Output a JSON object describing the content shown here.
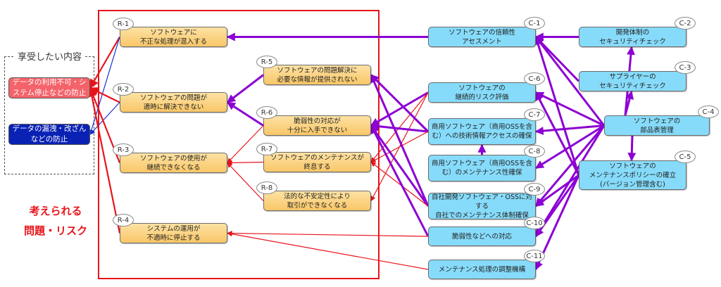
{
  "colors": {
    "risk_node_fill": "#f9c767",
    "countermeasure_node_fill": "#86dbfa",
    "red_link": "#e8141b",
    "purple_link": "#8c00d4",
    "blue_link": "#1a2fd0",
    "goal_red": "#f4636a",
    "goal_blue": "#0a22b4"
  },
  "benefits_panel": {
    "title": "享受したい内容",
    "goals": [
      {
        "id": "G-1",
        "label": "データの利用不可・システム停止などの防止"
      },
      {
        "id": "G-2",
        "label": "データの漏洩・改ざんなどの防止"
      }
    ]
  },
  "risks_caption": {
    "line1": "考えられる",
    "line2": "問題・リスク"
  },
  "risks": [
    {
      "id": "R-1",
      "label": "ソフトウェアに\n不正な処理が混入する"
    },
    {
      "id": "R-2",
      "label": "ソフトウェアの問題が\n適時に解決できない"
    },
    {
      "id": "R-3",
      "label": "ソフトウェアの使用が\n継続できなくなる"
    },
    {
      "id": "R-4",
      "label": "システムの運用が\n不適時に停止する"
    },
    {
      "id": "R-5",
      "label": "ソフトウェアの問題解決に\n必要な情報が提供されない"
    },
    {
      "id": "R-6",
      "label": "脆弱性の対応が\n十分に入手できない"
    },
    {
      "id": "R-7",
      "label": "ソフトウェアのメンテナンスが\n終息する"
    },
    {
      "id": "R-8",
      "label": "法的な不安定性により\n取引ができなくなる"
    }
  ],
  "countermeasures": [
    {
      "id": "C-1",
      "label": "ソフトウェアの信頼性\nアセスメント"
    },
    {
      "id": "C-2",
      "label": "開発体制の\nセキュリティチェック"
    },
    {
      "id": "C-3",
      "label": "サプライヤーの\nセキュリティチェック"
    },
    {
      "id": "C-4",
      "label": "ソフトウェアの\n部品表管理"
    },
    {
      "id": "C-5",
      "label": "ソフトウェアの\nメンテナンスポリシーの確立\n(バージョン管理含む)"
    },
    {
      "id": "C-6",
      "label": "ソフトウェアの\n継続的リスク評価"
    },
    {
      "id": "C-7",
      "label": "商用ソフトウェア（商用OSSを含\nむ）への技術情報アクセスの確保"
    },
    {
      "id": "C-8",
      "label": "商用ソフトウェア（商用OSSを含\nむ）のメンテナンス性確保"
    },
    {
      "id": "C-9",
      "label": "自社開発ソフトウェア・OSSに対する\n自社でのメンテナンス体制確保"
    },
    {
      "id": "C-10",
      "label": "脆弱性などへの対応"
    },
    {
      "id": "C-11",
      "label": "メンテナンス処理の調整機構"
    }
  ],
  "links": [
    {
      "from": "R-1",
      "to": "G-1",
      "color": "red"
    },
    {
      "from": "R-1",
      "to": "G-2",
      "color": "blue"
    },
    {
      "from": "R-2",
      "to": "G-1",
      "color": "red"
    },
    {
      "from": "R-2",
      "to": "G-2",
      "color": "blue"
    },
    {
      "from": "R-3",
      "to": "G-1",
      "color": "red"
    },
    {
      "from": "R-4",
      "to": "G-1",
      "color": "red"
    },
    {
      "from": "R-5",
      "to": "R-2",
      "color": "purple"
    },
    {
      "from": "R-6",
      "to": "R-2",
      "color": "purple"
    },
    {
      "from": "R-6",
      "to": "R-3",
      "color": "red"
    },
    {
      "from": "R-7",
      "to": "R-3",
      "color": "red"
    },
    {
      "from": "R-8",
      "to": "R-3",
      "color": "red"
    },
    {
      "from": "C-1",
      "to": "R-1",
      "color": "purple"
    },
    {
      "from": "C-6",
      "to": "R-6",
      "color": "purple"
    },
    {
      "from": "C-6",
      "to": "R-7",
      "color": "red"
    },
    {
      "from": "C-6",
      "to": "R-8",
      "color": "red"
    },
    {
      "from": "C-7",
      "to": "R-5",
      "color": "purple"
    },
    {
      "from": "C-7",
      "to": "R-6",
      "color": "purple"
    },
    {
      "from": "C-7",
      "to": "R-7",
      "color": "red"
    },
    {
      "from": "C-9",
      "to": "R-5",
      "color": "purple"
    },
    {
      "from": "C-9",
      "to": "R-6",
      "color": "purple"
    },
    {
      "from": "C-9",
      "to": "R-7",
      "color": "red"
    },
    {
      "from": "C-10",
      "to": "R-6",
      "color": "purple"
    },
    {
      "from": "C-10",
      "to": "R-4",
      "color": "red"
    },
    {
      "from": "C-11",
      "to": "R-4",
      "color": "red"
    },
    {
      "from": "C-8",
      "to": "C-7",
      "color": "purple"
    },
    {
      "from": "C-2",
      "to": "C-1",
      "color": "purple"
    },
    {
      "from": "C-3",
      "to": "C-1",
      "color": "purple"
    },
    {
      "from": "C-4",
      "to": "C-1",
      "color": "purple"
    },
    {
      "from": "C-4",
      "to": "C-3",
      "color": "purple"
    },
    {
      "from": "C-4",
      "to": "C-2",
      "color": "purple"
    },
    {
      "from": "C-4",
      "to": "C-5",
      "color": "purple"
    },
    {
      "from": "C-4",
      "to": "C-6",
      "color": "purple"
    },
    {
      "from": "C-4",
      "to": "C-7",
      "color": "purple"
    },
    {
      "from": "C-4",
      "to": "C-8",
      "color": "purple"
    },
    {
      "from": "C-4",
      "to": "C-9",
      "color": "purple"
    },
    {
      "from": "C-4",
      "to": "C-10",
      "color": "purple"
    },
    {
      "from": "C-5",
      "to": "C-1",
      "color": "purple"
    },
    {
      "from": "C-5",
      "to": "C-6",
      "color": "purple"
    },
    {
      "from": "C-5",
      "to": "C-9",
      "color": "purple"
    },
    {
      "from": "C-5",
      "to": "C-10",
      "color": "purple"
    },
    {
      "from": "C-5",
      "to": "C-11",
      "color": "purple"
    }
  ]
}
